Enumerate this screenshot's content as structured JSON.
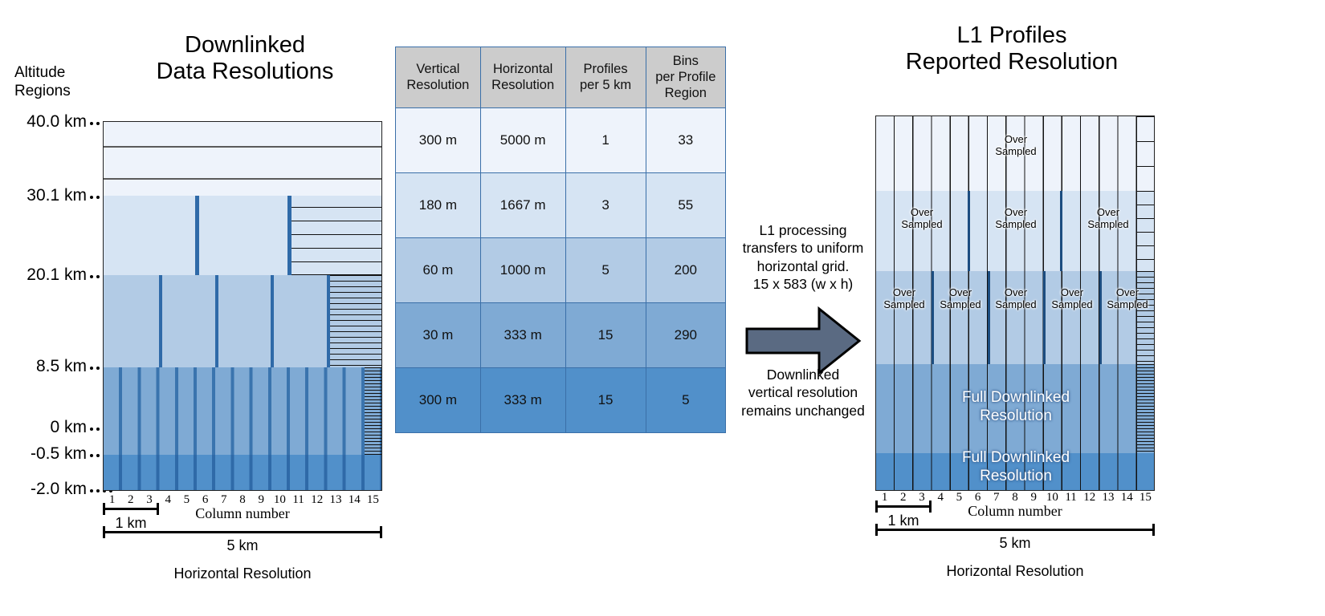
{
  "left_panel": {
    "title": "Downlinked\nData Resolutions",
    "altitude_header": "Altitude\nRegions",
    "altitude_labels": [
      "40.0 km",
      "30.1 km",
      "20.1 km",
      "8.5 km",
      "0 km",
      "-0.5 km",
      "-2.0 km"
    ],
    "column_numbers": [
      "1",
      "2",
      "3",
      "4",
      "5",
      "6",
      "7",
      "8",
      "9",
      "10",
      "11",
      "12",
      "13",
      "14",
      "15"
    ],
    "column_caption": "Column number",
    "scale_1km": "1 km",
    "scale_5km": "5 km",
    "horizontal_caption": "Horizontal Resolution"
  },
  "right_panel": {
    "title": "L1 Profiles\nReported Resolution",
    "column_numbers": [
      "1",
      "2",
      "3",
      "4",
      "5",
      "6",
      "7",
      "8",
      "9",
      "10",
      "11",
      "12",
      "13",
      "14",
      "15"
    ],
    "column_caption": "Column number",
    "scale_1km": "1 km",
    "scale_5km": "5 km",
    "horizontal_caption": "Horizontal Resolution",
    "over_sampled_label": "Over\nSampled",
    "full_resolution_label": "Full Downlinked\nResolution"
  },
  "center": {
    "note_top": "L1 processing\ntransfers to uniform\nhorizontal grid.\n15 x 583 (w x h)",
    "note_bottom": "Downlinked\nvertical resolution\nremains unchanged",
    "arrow_color": "#5a6a82"
  },
  "table": {
    "headers": [
      "Vertical\nResolution",
      "Horizontal\nResolution",
      "Profiles\nper 5 km",
      "Bins\nper Profile\nRegion"
    ],
    "rows": [
      {
        "vertical": "300 m",
        "horizontal": "5000 m",
        "profiles": "1",
        "bins": "33",
        "color": "#eef3fb"
      },
      {
        "vertical": "180 m",
        "horizontal": "1667 m",
        "profiles": "3",
        "bins": "55",
        "color": "#d6e4f3"
      },
      {
        "vertical": "60 m",
        "horizontal": "1000 m",
        "profiles": "5",
        "bins": "200",
        "color": "#b2cbe5"
      },
      {
        "vertical": "30 m",
        "horizontal": "333 m",
        "profiles": "15",
        "bins": "290",
        "color": "#7faad4"
      },
      {
        "vertical": "300 m",
        "horizontal": "333 m",
        "profiles": "15",
        "bins": "5",
        "color": "#5190ca"
      }
    ],
    "header_bg": "#cccccc",
    "border_color": "#3a6fa8"
  },
  "chart_data": {
    "type": "table",
    "title": "Downlinked Data Resolutions vs L1 Profiles Reported Resolution",
    "altitude_regions": [
      {
        "top_km": 40.0,
        "bottom_km": 30.1,
        "vertical_res_m": 300,
        "horizontal_res_m": 5000,
        "profiles_per_5km": 1,
        "bins_per_profile_region": 33,
        "color": "#eef3fb"
      },
      {
        "top_km": 30.1,
        "bottom_km": 20.1,
        "vertical_res_m": 180,
        "horizontal_res_m": 1667,
        "profiles_per_5km": 3,
        "bins_per_profile_region": 55,
        "color": "#d6e4f3"
      },
      {
        "top_km": 20.1,
        "bottom_km": 8.5,
        "vertical_res_m": 60,
        "horizontal_res_m": 1000,
        "profiles_per_5km": 5,
        "bins_per_profile_region": 200,
        "color": "#b2cbe5"
      },
      {
        "top_km": 8.5,
        "bottom_km": -0.5,
        "vertical_res_m": 30,
        "horizontal_res_m": 333,
        "profiles_per_5km": 15,
        "bins_per_profile_region": 290,
        "color": "#7faad4"
      },
      {
        "top_km": -0.5,
        "bottom_km": -2.0,
        "vertical_res_m": 300,
        "horizontal_res_m": 333,
        "profiles_per_5km": 15,
        "bins_per_profile_region": 5,
        "color": "#5190ca"
      }
    ],
    "l1_grid_width": 15,
    "l1_grid_height": 583,
    "total_horizontal_span_km": 5,
    "column_width_km": 0.333,
    "xlabel": "Column number",
    "ylabel": "Altitude Regions"
  }
}
